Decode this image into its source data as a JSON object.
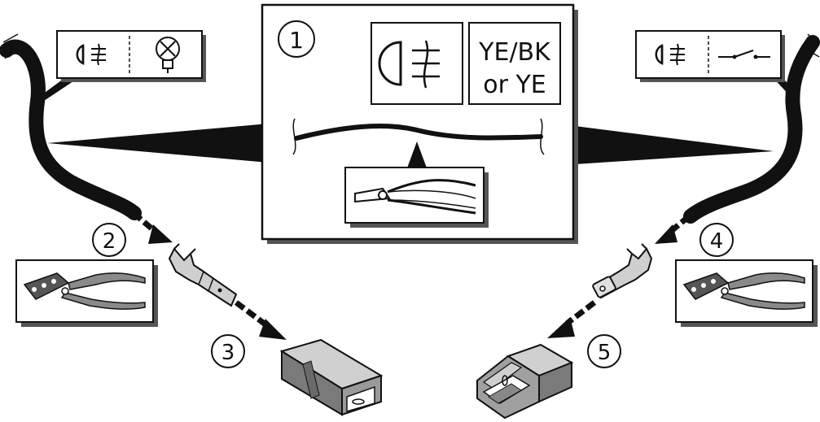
{
  "steps": {
    "one": "1",
    "two": "2",
    "three": "3",
    "four": "4",
    "five": "5"
  },
  "wire_color": {
    "line1": "YE/BK",
    "line2": "or YE"
  },
  "icons": {
    "left_box": [
      "fog-light-icon",
      "bulb-icon"
    ],
    "right_box": [
      "fog-light-icon",
      "switch-icon"
    ],
    "center_box": [
      "fog-light-icon"
    ],
    "tools": [
      "wire-cutter-icon",
      "crimping-tool-icon",
      "crimping-tool-icon"
    ],
    "connectors": [
      "male-terminal",
      "female-terminal",
      "male-housing",
      "female-housing"
    ]
  },
  "colors": {
    "ink": "#111111",
    "fill_dark": "#6e6e6e",
    "fill_mid": "#9a9a9a",
    "fill_light": "#d6d6d6",
    "box_shadow": "#555555"
  }
}
